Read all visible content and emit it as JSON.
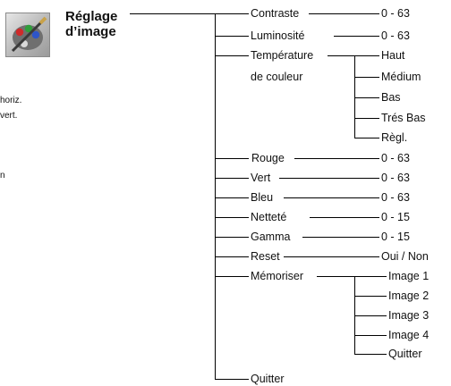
{
  "header": {
    "title_line1": "Réglage",
    "title_line2": "d’image"
  },
  "left_fragments": [
    "horiz.",
    "vert.",
    "n"
  ],
  "menu": [
    {
      "label": "Contraste",
      "value": "0 - 63"
    },
    {
      "label": "Luminosité",
      "value": "0 - 63"
    },
    {
      "label_line1": "Température",
      "label_line2": "de couleur",
      "options": [
        "Haut",
        "Médium",
        "Bas",
        "Trés Bas",
        "Règl."
      ]
    },
    {
      "label": "Rouge",
      "value": "0 - 63"
    },
    {
      "label": "Vert",
      "value": "0 - 63"
    },
    {
      "label": "Bleu",
      "value": "0 - 63"
    },
    {
      "label": "Netteté",
      "value": "0 - 15"
    },
    {
      "label": "Gamma",
      "value": "0 - 15"
    },
    {
      "label": "Reset",
      "value": "Oui / Non"
    },
    {
      "label": "Mémoriser",
      "options": [
        "Image 1",
        "Image 2",
        "Image 3",
        "Image 4",
        "Quitter"
      ]
    },
    {
      "label": "Quitter"
    }
  ]
}
